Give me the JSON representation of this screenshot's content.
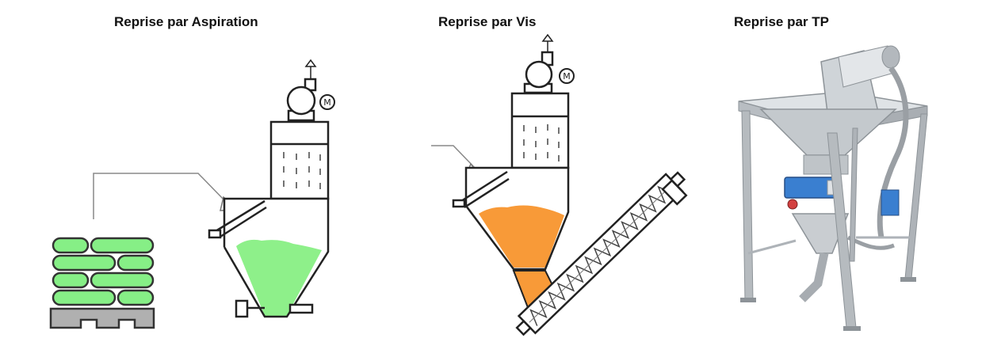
{
  "titles": {
    "aspiration": "Reprise par Aspiration",
    "vis": "Reprise par Vis",
    "tp": "Reprise par TP"
  },
  "motor_label": "M",
  "colors": {
    "powder_green": "#8ef08a",
    "bag_green": "#86ef86",
    "powder_orange": "#f89a38",
    "pallet_gray": "#b0b0b0",
    "steel": "#c8ccd0",
    "valve_blue": "#3a7fd0"
  }
}
